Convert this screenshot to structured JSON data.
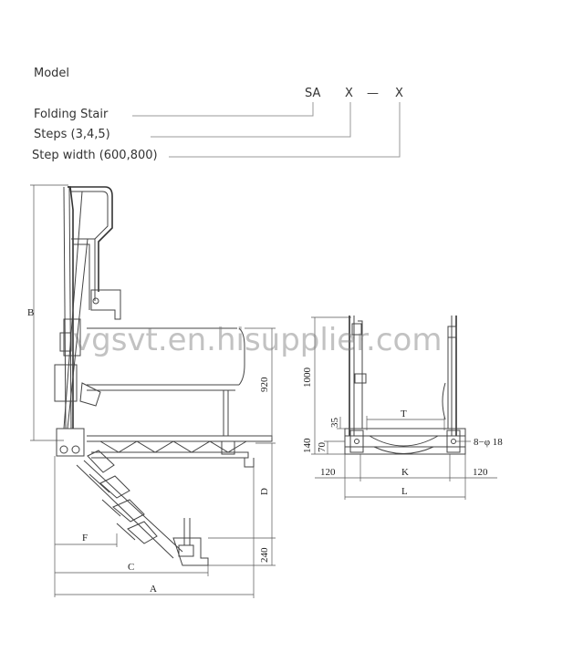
{
  "model": {
    "heading": "Model",
    "code_prefix": "SA",
    "code_x1": "X",
    "code_dash": "—",
    "code_x2": "X",
    "lines": [
      {
        "label": "Folding Stair"
      },
      {
        "label": "Steps (3,4,5)"
      },
      {
        "label": "Step width (600,800)"
      }
    ]
  },
  "side_view": {
    "dim_B": "B",
    "dim_920": "920",
    "dim_D": "D",
    "dim_240": "240",
    "dim_F": "F",
    "dim_C": "C",
    "dim_A": "A"
  },
  "front_view": {
    "dim_1000": "1000",
    "dim_35": "35",
    "dim_140": "140",
    "dim_70": "70",
    "dim_T": "T",
    "dim_holes": "8−φ 18",
    "dim_120_left": "120",
    "dim_K": "K",
    "dim_120_right": "120",
    "dim_L": "L"
  },
  "watermark": "vgsvt.en.hisupplier.com"
}
